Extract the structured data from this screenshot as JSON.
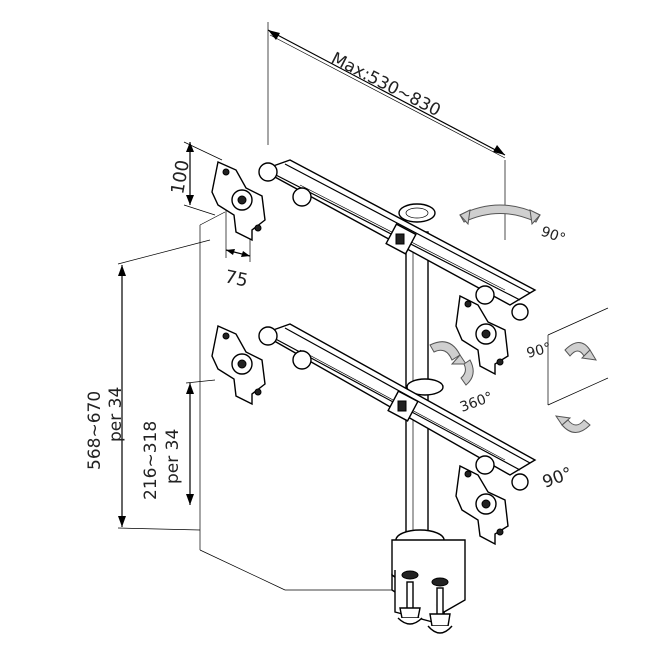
{
  "labels": {
    "max_width": "Max:530~830",
    "vesa_h": "100",
    "vesa_w": "75",
    "total_height_range": "568~670",
    "total_height_step": "per 34",
    "lower_height_range": "216~318",
    "lower_height_step": "per 34",
    "tilt_top": "90°",
    "tilt_mid": "90°",
    "rotate": "360°",
    "swivel": "90°"
  }
}
